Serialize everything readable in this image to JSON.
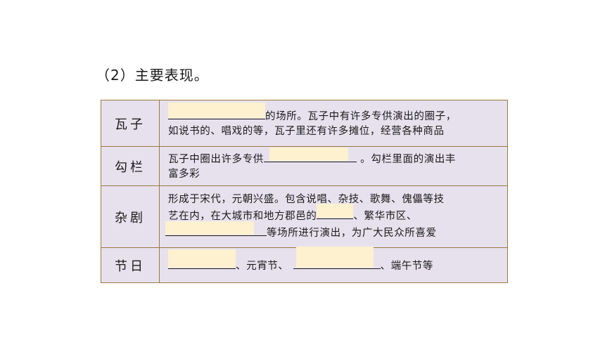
{
  "heading": "（2）主要表现。",
  "rows": [
    {
      "term": "瓦子",
      "line1_after": "的场所。瓦子中有许多专供演出的圈子，",
      "line2": "如说书的、唱戏的等，瓦子里还有许多摊位，经营各种商品"
    },
    {
      "term": "勾栏",
      "line1_before": "瓦子中圈出许多专供",
      "line1_after": " 。勾栏里面的演出丰",
      "line2": "富多彩"
    },
    {
      "term": "杂剧",
      "line1": "形成于宋代，元朝兴盛。包含说唱、杂技、歌舞、傀儡等技",
      "line2_before": "艺在内，在大城市和地方郡邑的",
      "line2_after": "、繁华市区、",
      "line3_after": "等场所进行演出，为广大民众所喜爱"
    },
    {
      "term": "节日",
      "text_mid": "、元宵节、",
      "text_end": "、端午节等"
    }
  ]
}
